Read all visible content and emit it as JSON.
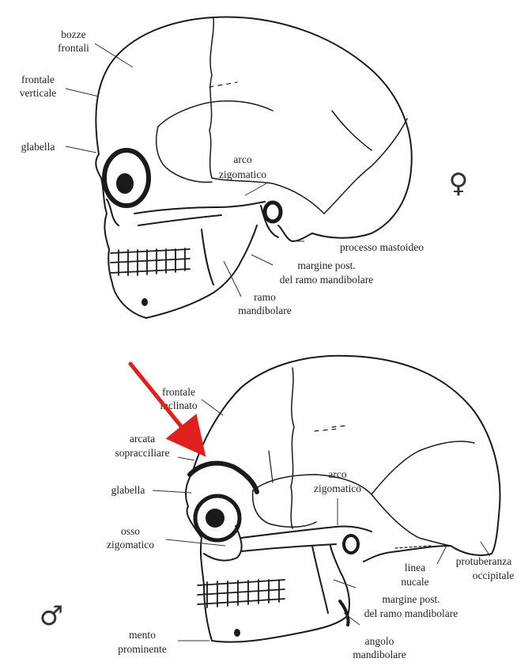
{
  "female": {
    "symbol": "♀",
    "labels": {
      "bozze_frontali": [
        "bozze",
        "frontali"
      ],
      "frontale_verticale": [
        "frontale",
        "verticale"
      ],
      "glabella": "glabella",
      "arco_zigomatico": [
        "arco",
        "zigomatico"
      ],
      "processo_mastoideo": "processo mastoideo",
      "margine_post": [
        "margine post.",
        "del ramo mandibolare"
      ],
      "ramo_mandibolare": [
        "ramo",
        "mandibolare"
      ]
    }
  },
  "male": {
    "symbol": "♂",
    "labels": {
      "frontale_inclinato": [
        "frontale",
        "inclinato"
      ],
      "arcata_sopracciliare": [
        "arcata",
        "sopracciliare"
      ],
      "glabella": "glabella",
      "osso_zigomatico": [
        "osso",
        "zigomatico"
      ],
      "arco_zigomatico": [
        "arco",
        "zigomatico"
      ],
      "linea_nucale": [
        "linea",
        "nucale"
      ],
      "protuberanza_occipitale": [
        "protuberanza",
        "occipitale"
      ],
      "margine_post": [
        "margine post.",
        "del ramo mandibolare"
      ],
      "mento_prominente": [
        "mento",
        "prominente"
      ],
      "angolo_mandibolare": [
        "angolo",
        "mandibolare"
      ]
    }
  },
  "colors": {
    "ink": "#1a1a1a",
    "arrow": "#e0201c"
  }
}
